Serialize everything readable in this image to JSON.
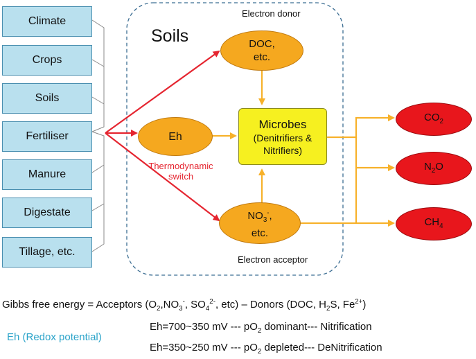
{
  "factors": [
    "Climate",
    "Crops",
    "Soils",
    "Fertiliser",
    "Manure",
    "Digestate",
    "Tillage, etc."
  ],
  "soils_title": "Soils",
  "electron_donor_label": "Electron donor",
  "electron_acceptor_label": "Electron acceptor",
  "doc_node": {
    "line1": "DOC,",
    "line2": "etc."
  },
  "eh_node": "Eh",
  "nitrate_node": {
    "base": "NO",
    "sub": "3",
    "sup": "-",
    "tail": ",",
    "line2": "etc."
  },
  "microbes_node": {
    "title": "Microbes",
    "line2": "(Denitrifiers &",
    "line3": "Nitrifiers)"
  },
  "switch_label": {
    "line1": "Thermodynamic",
    "line2": "switch"
  },
  "products": [
    {
      "base": "CO",
      "sub": "2",
      "tail": ""
    },
    {
      "base": "N",
      "sub": "2",
      "tail": "O"
    },
    {
      "base": "CH",
      "sub": "4",
      "tail": ""
    }
  ],
  "gibbs": {
    "prefix": "Gibbs free energy =  Acceptors (O",
    "s1": "2",
    "t1": ",NO",
    "s2": "3",
    "p2": "-",
    "t2": ", SO",
    "s3": "4",
    "p3": "2-",
    "t3": ", etc) – Donors (DOC, H",
    "s4": "2",
    "t4": "S, Fe",
    "p4": "2+",
    "t5": ")"
  },
  "eh_redox_label": "Eh (Redox potential)",
  "nitrification": {
    "a": "Eh=700~350 mV --- pO",
    "s": "2",
    "b": " dominant--- Nitrification"
  },
  "denitrification": {
    "a": "Eh=350~250 mV --- pO",
    "s": "2",
    "b": " depleted--- DeNitrification"
  },
  "colors": {
    "factor_fill": "#b9e0ee",
    "factor_border": "#4a8fb0",
    "node_fill": "#f5a81f",
    "microbes_fill": "#f6f020",
    "product_fill": "#e8161c",
    "red_arrow": "#e52530",
    "orange_arrow": "#f7b12a",
    "switch_text": "#e52530",
    "eh_text": "#2aa3c9"
  }
}
